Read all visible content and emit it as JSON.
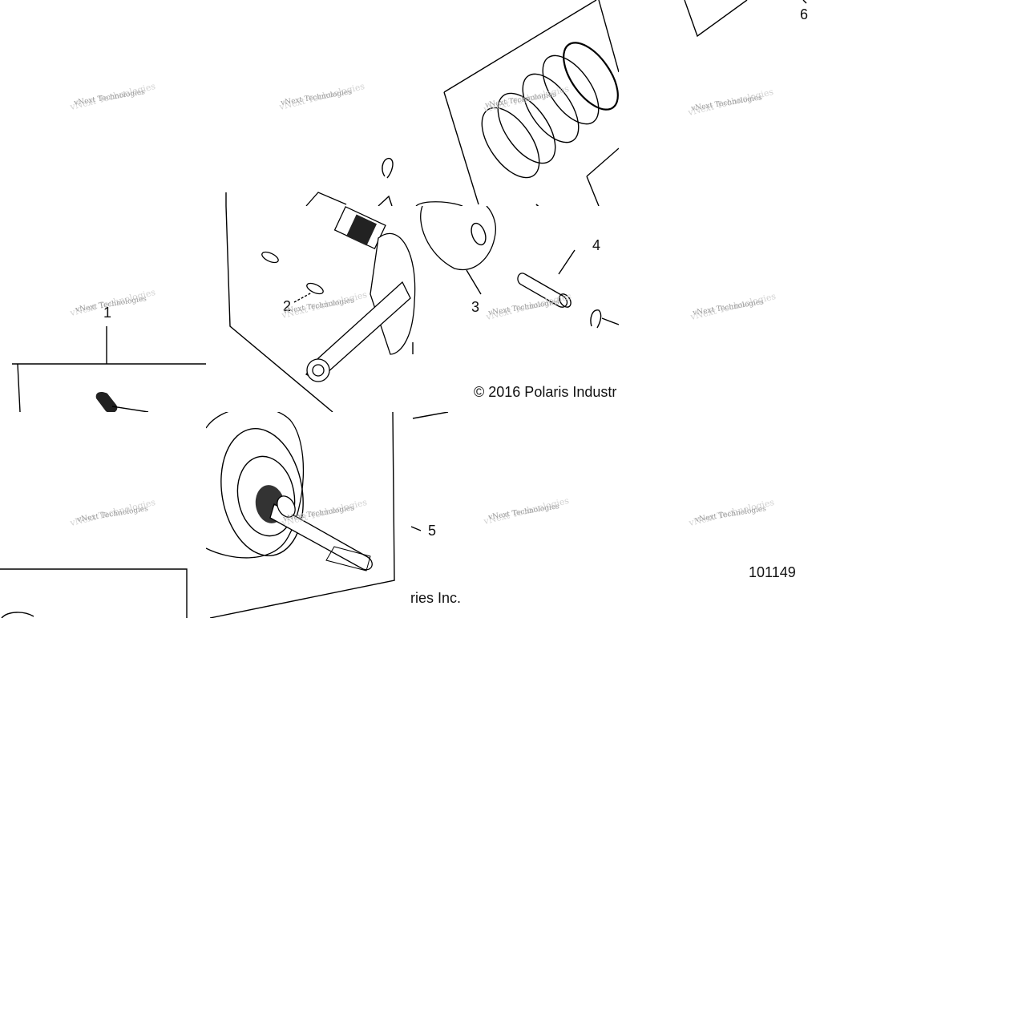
{
  "callouts": {
    "c1": "1",
    "c2": "2",
    "c3": "3",
    "c4": "4",
    "c5": "5",
    "c6": "6"
  },
  "copyright": {
    "part_a": "© 2016 Polaris Industr",
    "part_b": "ries Inc."
  },
  "diagram_number": "101149",
  "watermark": {
    "text": "vNext Technologies"
  }
}
